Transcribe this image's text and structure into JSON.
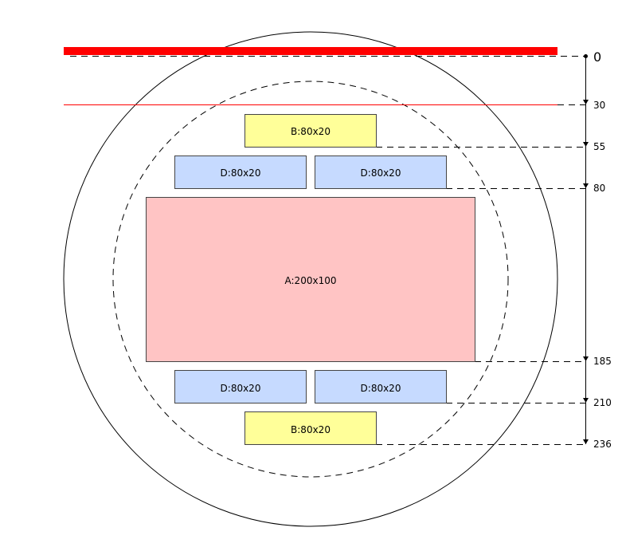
{
  "colors": {
    "background": "#ffffff",
    "outline": "#000000",
    "reference_line": "#ff0000",
    "box_a": "#ffc4c4",
    "box_b": "#ffff99",
    "box_d": "#c6daff"
  },
  "boxes": {
    "b_top": "B:80x20",
    "d_top_left": "D:80x20",
    "d_top_right": "D:80x20",
    "a_center": "A:200x100",
    "d_bottom_left": "D:80x20",
    "d_bottom_right": "D:80x20",
    "b_bottom": "B:80x20"
  },
  "axis": {
    "ticks": [
      "0",
      "30",
      "55",
      "80",
      "185",
      "210",
      "236"
    ]
  }
}
